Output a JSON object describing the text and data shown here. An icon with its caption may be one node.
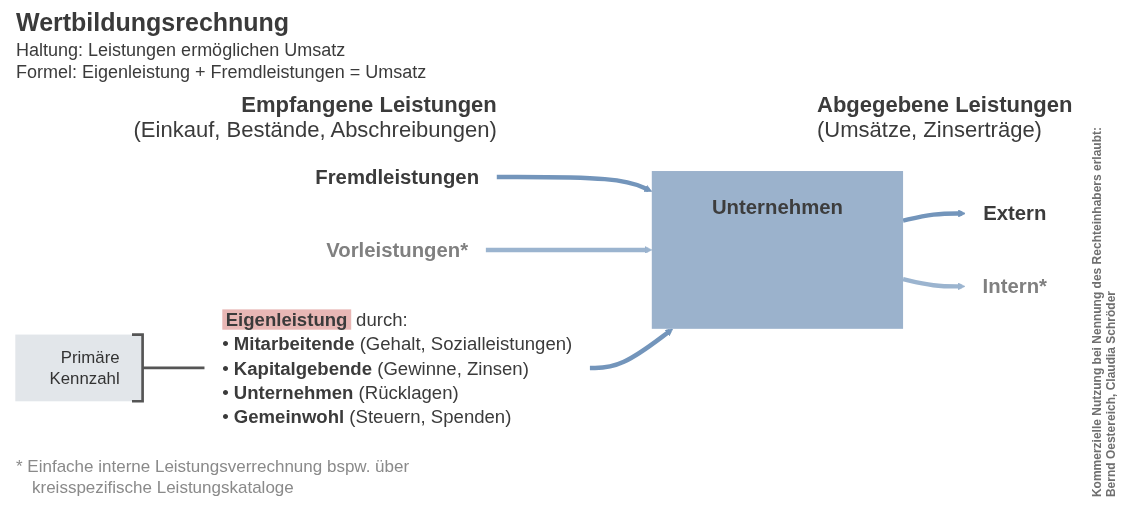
{
  "diagram": {
    "title": "Wertbildungsrechnung",
    "nodes": [
      {
        "text": [
          "Fremdleistungen"
        ]
      },
      {
        "text": [
          "Unternehmen"
        ]
      },
      {
        "text": [
          "Extern"
        ]
      },
      {
        "text": [
          "Vorleistungen*"
        ]
      },
      {
        "text": [
          "Intern*"
        ]
      },
      {
        "text": [
          "Primäre Kennzahl"
        ]
      },
      {
        "text": [
          "Eigenleistung"
        ],
        "beside": [
          "durch:",
          "• **Mitarbeitende** (Gehalt, Sozialleistungen)",
          "• **Kapitalgebende** (Gewinne, Zinsen)",
          "• **Unternehmen** (Rücklagen)",
          "• **Gemeinwohl** (Steuern, Spenden)"
        ]
      }
    ],
    "edges": [
      {
        "from": 0,
        "to": 1,
        "arrow": "to"
      },
      {
        "from": 1,
        "to": 2,
        "arrow": "to"
      },
      {
        "from": 3,
        "to": 1,
        "arrow": "to",
        "color": "#9bb4cf"
      },
      {
        "from": 1,
        "to": 4,
        "arrow": "to",
        "color": "#9bb4cf"
      },
      {
        "from": 6,
        "to": 1,
        "arrow": "to"
      },
      {
        "from": 5,
        "to": 6,
        "arrow": "none",
        "color": "#555555"
      }
    ],
    "labels": [
      "Haltung: Leistungen ermöglichen Umsatz",
      "Formel: Eigenleistung + Fremdleistungen = Umsatz",
      "Empfangene Leistungen",
      "(Einkauf, Bestände, Abschreibungen)",
      "Abgegebene Leistungen",
      "(Umsätze, Zinserträge)",
      "* Einfache interne Leistungsverrechnung bspw. über kreisspezifische Leistungskataloge",
      "Kommerzielle Nutzung bei Nennung des Rechteinhabers erlaubt:",
      "Bernd Oestereich, Claudia Schröder"
    ]
  }
}
